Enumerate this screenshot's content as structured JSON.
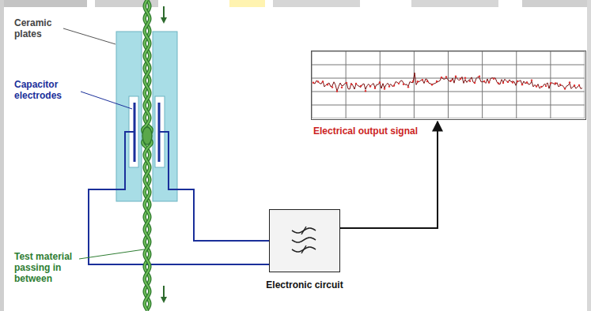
{
  "diagram": {
    "nodes": [
      {
        "text": [
          "Electronic circuit"
        ]
      },
      {
        "text": [
          "Electrical output signal"
        ]
      }
    ],
    "edges": [
      {
        "from": 0,
        "to": 1,
        "arrow": "to"
      }
    ],
    "labels": [
      "Ceramic plates",
      "Capacitor electrodes",
      "Test material passing in between"
    ]
  }
}
